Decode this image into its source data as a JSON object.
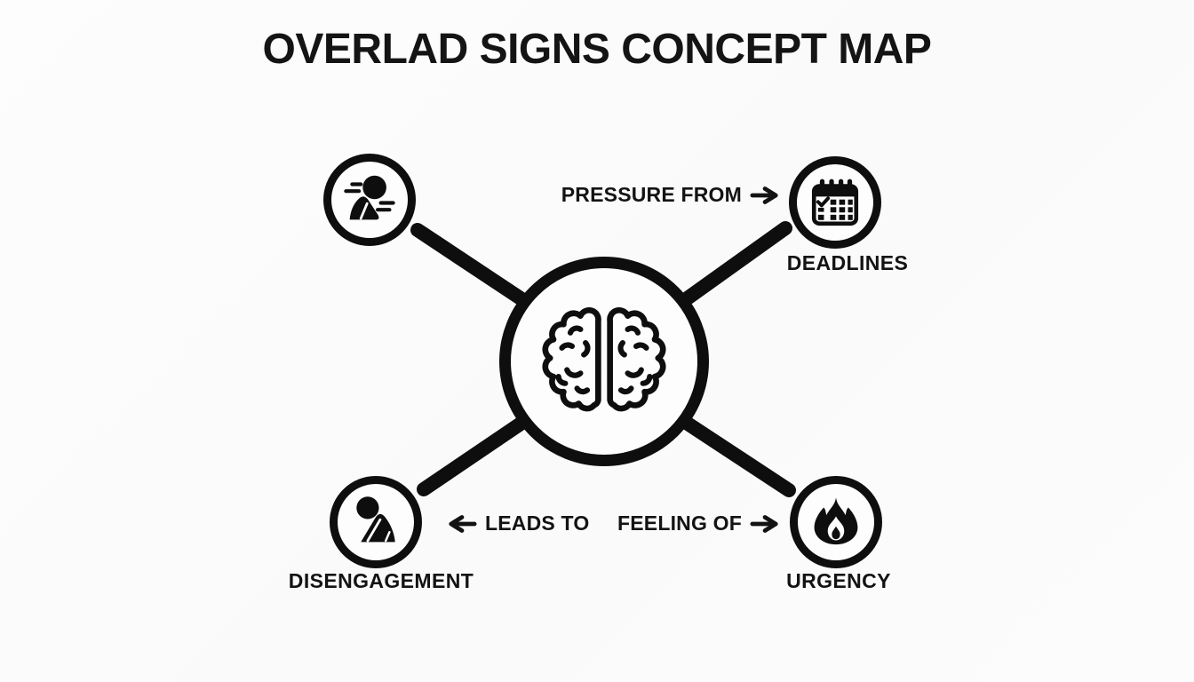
{
  "title": "OVERLAD SIGNS CONCEPT MAP",
  "center_node": {
    "icon": "brain-icon"
  },
  "nodes": [
    {
      "id": "overwhelmed-person",
      "icon": "rushing-person-icon",
      "label": ""
    },
    {
      "id": "deadlines",
      "icon": "calendar-icon",
      "label": "DEADLINES"
    },
    {
      "id": "disengagement",
      "icon": "slumped-person-icon",
      "label": "DISENGAGEMENT"
    },
    {
      "id": "urgency",
      "icon": "flame-icon",
      "label": "URGENCY"
    }
  ],
  "edge_labels": {
    "pressure_from": "PRESSURE FROM",
    "leads_to": "LEADS TO",
    "feeling_of": "FEELING OF"
  },
  "colors": {
    "ink": "#0e0e0e",
    "background": "#fcfcfc"
  }
}
